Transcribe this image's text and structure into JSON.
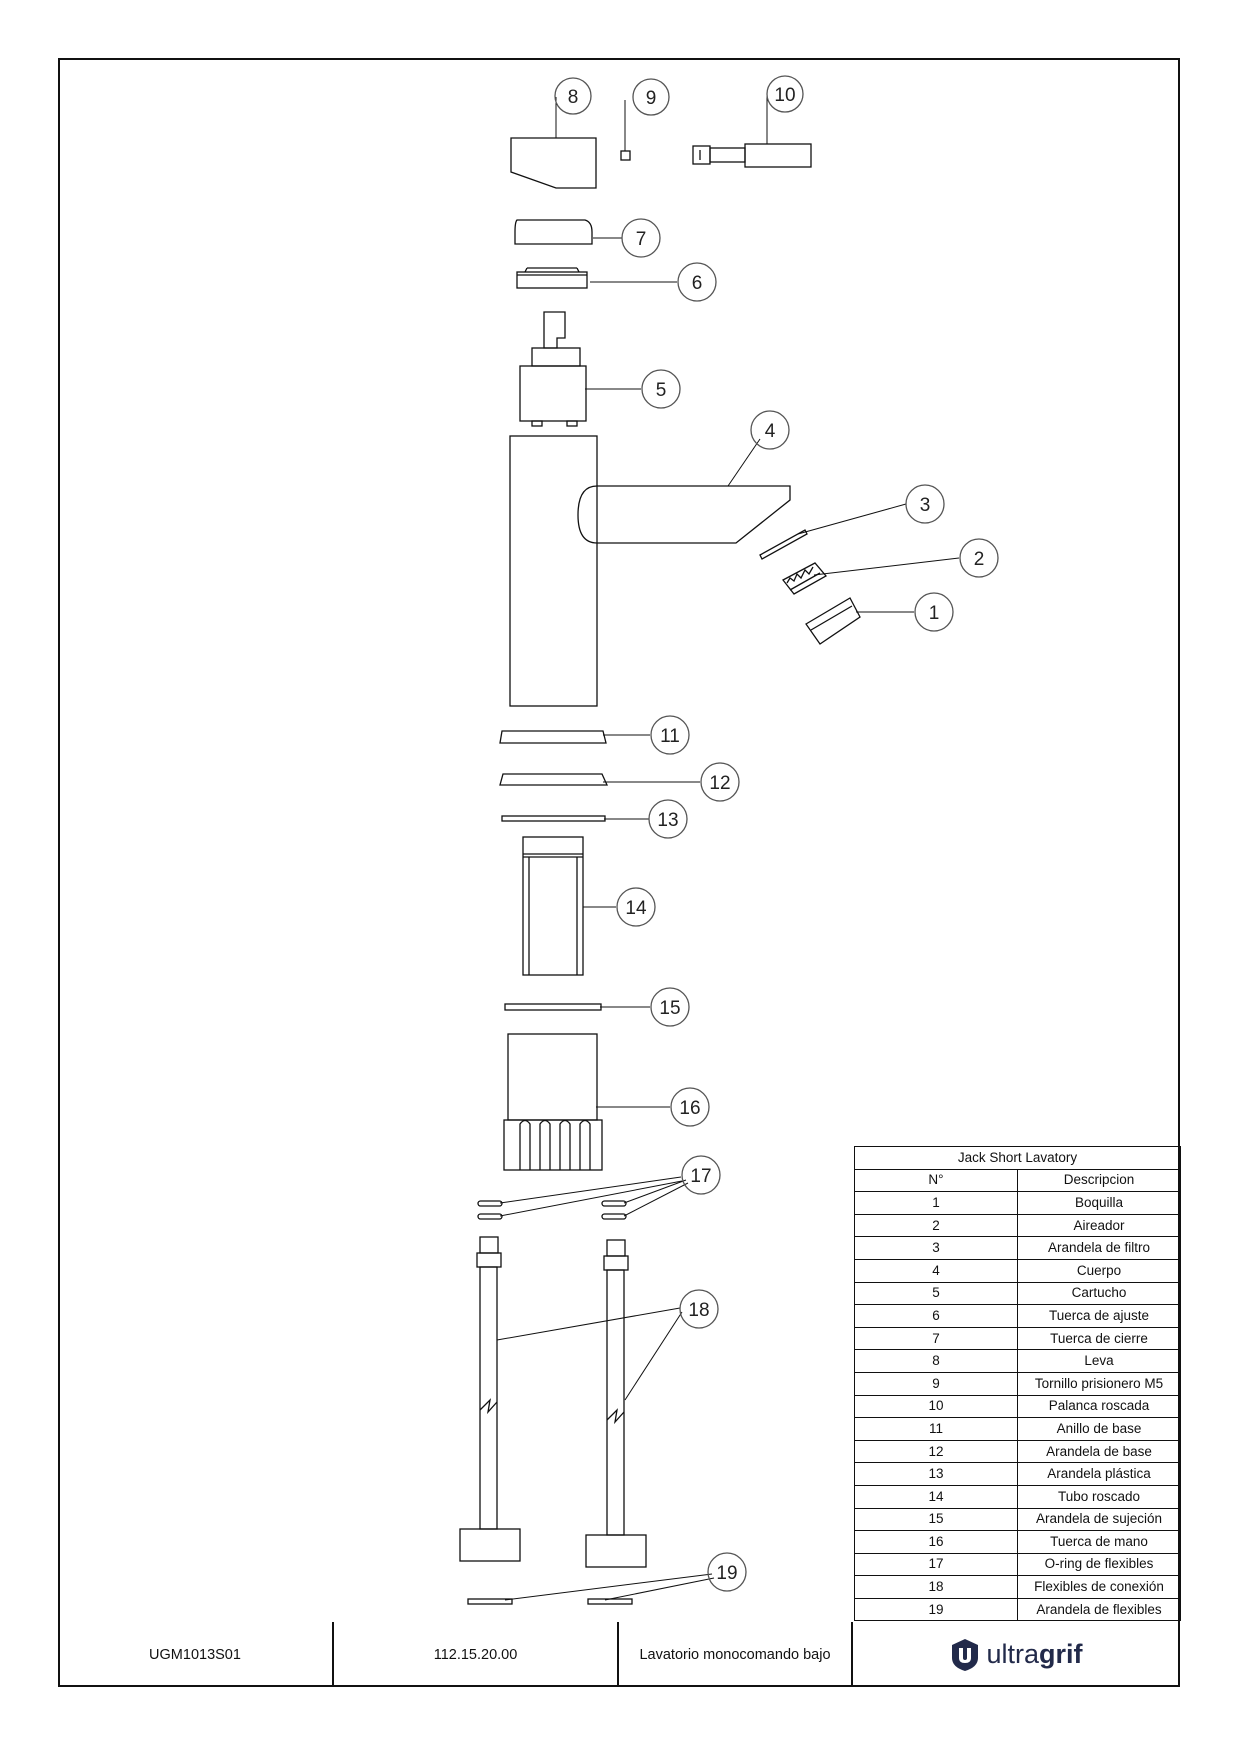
{
  "callouts": [
    "1",
    "2",
    "3",
    "4",
    "5",
    "6",
    "7",
    "8",
    "9",
    "10",
    "11",
    "12",
    "13",
    "14",
    "15",
    "16",
    "17",
    "18",
    "19"
  ],
  "parts_table": {
    "title": "Jack Short Lavatory",
    "col_no": "N°",
    "col_desc": "Descripcion",
    "rows": [
      {
        "no": "1",
        "desc": "Boquilla"
      },
      {
        "no": "2",
        "desc": "Aireador"
      },
      {
        "no": "3",
        "desc": "Arandela de filtro"
      },
      {
        "no": "4",
        "desc": "Cuerpo"
      },
      {
        "no": "5",
        "desc": "Cartucho"
      },
      {
        "no": "6",
        "desc": "Tuerca de ajuste"
      },
      {
        "no": "7",
        "desc": "Tuerca de cierre"
      },
      {
        "no": "8",
        "desc": "Leva"
      },
      {
        "no": "9",
        "desc": "Tornillo prisionero M5"
      },
      {
        "no": "10",
        "desc": "Palanca roscada"
      },
      {
        "no": "11",
        "desc": "Anillo de base"
      },
      {
        "no": "12",
        "desc": "Arandela de base"
      },
      {
        "no": "13",
        "desc": "Arandela plástica"
      },
      {
        "no": "14",
        "desc": "Tubo roscado"
      },
      {
        "no": "15",
        "desc": "Arandela de sujeción"
      },
      {
        "no": "16",
        "desc": "Tuerca de mano"
      },
      {
        "no": "17",
        "desc": "O-ring de flexibles"
      },
      {
        "no": "18",
        "desc": "Flexibles de conexión"
      },
      {
        "no": "19",
        "desc": "Arandela de flexibles"
      }
    ]
  },
  "title_block": {
    "drawing_code": "UGM1013S01",
    "product_code": "112.15.20.00",
    "product_name": "Lavatorio monocomando bajo",
    "logo_text_light": "ultra",
    "logo_text_bold": "grif",
    "logo_icon": "ultragrif-shield-icon"
  }
}
